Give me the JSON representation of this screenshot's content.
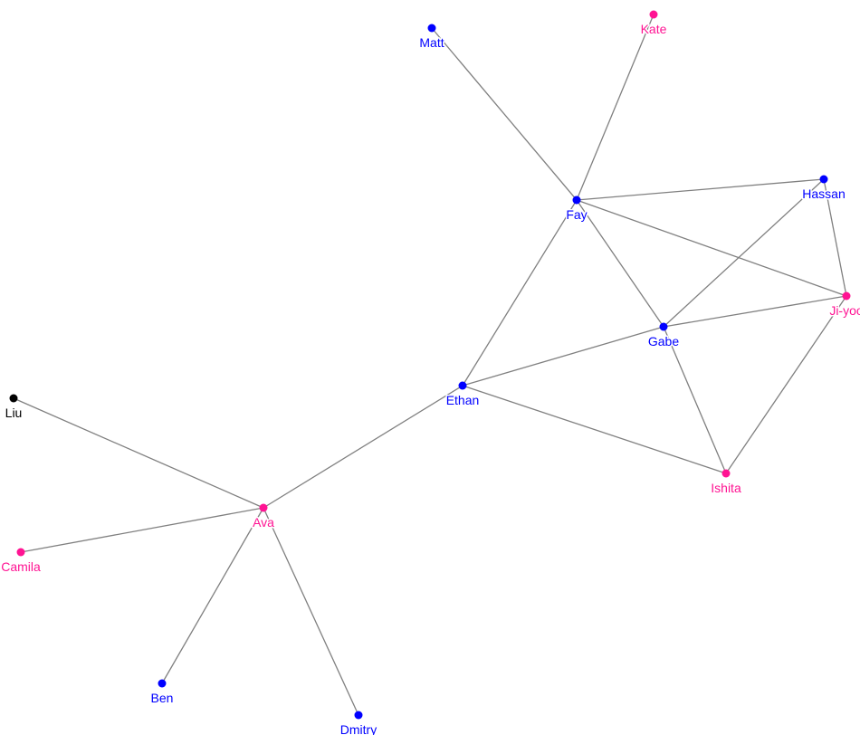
{
  "colors": {
    "blue": "#0000ff",
    "pink": "#ff1493",
    "black": "#000000",
    "edge": "#808080"
  },
  "nodes": [
    {
      "id": "Matt",
      "color": "blue"
    },
    {
      "id": "Kate",
      "color": "pink"
    },
    {
      "id": "Fay",
      "color": "blue"
    },
    {
      "id": "Hassan",
      "color": "blue"
    },
    {
      "id": "Ji-yoo",
      "color": "pink"
    },
    {
      "id": "Gabe",
      "color": "blue"
    },
    {
      "id": "Ethan",
      "color": "blue"
    },
    {
      "id": "Ishita",
      "color": "pink"
    },
    {
      "id": "Liu",
      "color": "black"
    },
    {
      "id": "Ava",
      "color": "pink"
    },
    {
      "id": "Camila",
      "color": "pink"
    },
    {
      "id": "Ben",
      "color": "blue"
    },
    {
      "id": "Dmitry",
      "color": "blue"
    }
  ],
  "edges": [
    [
      "Matt",
      "Fay"
    ],
    [
      "Kate",
      "Fay"
    ],
    [
      "Fay",
      "Hassan"
    ],
    [
      "Fay",
      "Ji-yoo"
    ],
    [
      "Fay",
      "Gabe"
    ],
    [
      "Fay",
      "Ethan"
    ],
    [
      "Hassan",
      "Gabe"
    ],
    [
      "Hassan",
      "Ji-yoo"
    ],
    [
      "Gabe",
      "Ji-yoo"
    ],
    [
      "Ethan",
      "Gabe"
    ],
    [
      "Gabe",
      "Ishita"
    ],
    [
      "Ji-yoo",
      "Ishita"
    ],
    [
      "Ethan",
      "Ishita"
    ],
    [
      "Ethan",
      "Ava"
    ],
    [
      "Liu",
      "Ava"
    ],
    [
      "Camila",
      "Ava"
    ],
    [
      "Ben",
      "Ava"
    ],
    [
      "Dmitry",
      "Ava"
    ]
  ]
}
